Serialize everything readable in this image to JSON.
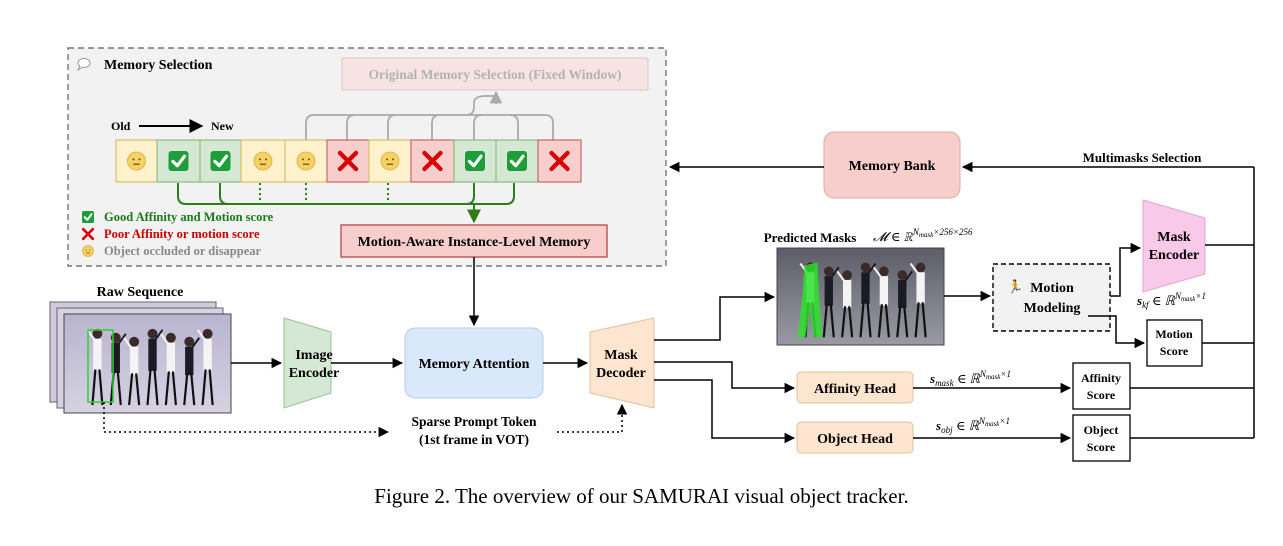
{
  "memory_selection": {
    "title": "Memory Selection",
    "original_label": "Original Memory Selection (Fixed Window)",
    "old_label": "Old",
    "new_label": "New",
    "cells": [
      "neutral",
      "good",
      "good",
      "neutral",
      "neutral",
      "poor",
      "neutral",
      "poor",
      "good",
      "good",
      "poor"
    ],
    "legend": [
      {
        "icon": "good",
        "text": "Good Affinity and Motion score",
        "color": "#1a7a1a"
      },
      {
        "icon": "poor",
        "text": "Poor Affinity or motion score",
        "color": "#cc0000"
      },
      {
        "icon": "neutral",
        "text": "Object occluded or disappear",
        "color": "#888888"
      }
    ],
    "instance_memory_label": "Motion-Aware Instance-Level Memory"
  },
  "raw_sequence_label": "Raw Sequence",
  "image_encoder_label": [
    "Image",
    "Encoder"
  ],
  "memory_attention_label": "Memory Attention",
  "mask_decoder_label": [
    "Mask",
    "Decoder"
  ],
  "sparse_prompt_label": [
    "Sparse Prompt Token",
    "(1st frame in VOT)"
  ],
  "memory_bank_label": "Memory Bank",
  "multimasks_label": "Multimasks Selection",
  "predicted_masks_label": "Predicted Masks",
  "predicted_masks_formula": "𝓜 ∈ ℝ^(N_mask×256×256)",
  "motion_modeling_label": [
    "Motion",
    "Modeling"
  ],
  "mask_encoder_label": [
    "Mask",
    "Encoder"
  ],
  "skf_formula": "s_kf ∈ ℝ^(N_mask×1)",
  "motion_score_label": [
    "Motion",
    "Score"
  ],
  "affinity_head_label": "Affinity Head",
  "smask_formula": "s_mask ∈ ℝ^(N_mask×1)",
  "affinity_score_label": [
    "Affinity",
    "Score"
  ],
  "object_head_label": "Object Head",
  "sobj_formula": "s_obj ∈ ℝ^(N_mask×1)",
  "object_score_label": [
    "Object",
    "Score"
  ],
  "colors": {
    "good_fill": "#d5e8d4",
    "poor_fill": "#f8cecc",
    "neutral_fill": "#fff2cc",
    "check_green": "#1f9d3a",
    "cross_red": "#d80000",
    "memory_bank_fill": "#f8cecc",
    "memory_attention_fill": "#dae8fc",
    "encoder_fill": "#d5e8d4",
    "decoder_fill": "#fde5cf",
    "mask_encoder_fill": "#f9c9ea",
    "head_fill": "#fde5cf",
    "dark_green_line": "#2e7d1a"
  },
  "caption": "Figure 2. The overview of our SAMURAI visual object tracker."
}
